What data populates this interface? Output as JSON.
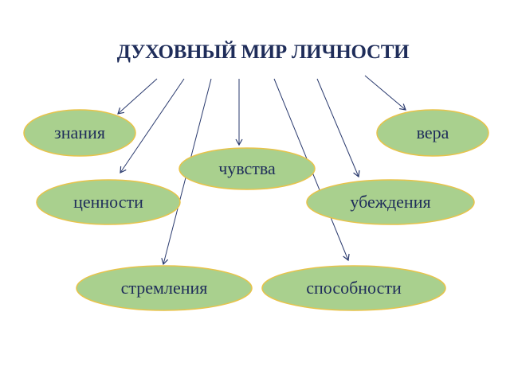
{
  "title": "ДУХОВНЫЙ МИР ЛИЧНОСТИ",
  "colors": {
    "node_fill": "#a9d08e",
    "node_stroke": "#e8c34a",
    "text": "#1f2d5a",
    "arrow": "#2a3a6e"
  },
  "nodes": [
    {
      "id": "znaniya",
      "label": "знания"
    },
    {
      "id": "vera",
      "label": "вера"
    },
    {
      "id": "chuvstva",
      "label": "чувства"
    },
    {
      "id": "tsennosti",
      "label": "ценности"
    },
    {
      "id": "ubezhdeniya",
      "label": "убеждения"
    },
    {
      "id": "stremleniya",
      "label": "стремления"
    },
    {
      "id": "sposobnosti",
      "label": "способности"
    }
  ],
  "edges": [
    {
      "from": "title",
      "to": "znaniya"
    },
    {
      "from": "title",
      "to": "tsennosti"
    },
    {
      "from": "title",
      "to": "stremleniya"
    },
    {
      "from": "title",
      "to": "chuvstva"
    },
    {
      "from": "title",
      "to": "sposobnosti"
    },
    {
      "from": "title",
      "to": "ubezhdeniya"
    },
    {
      "from": "title",
      "to": "vera"
    }
  ]
}
